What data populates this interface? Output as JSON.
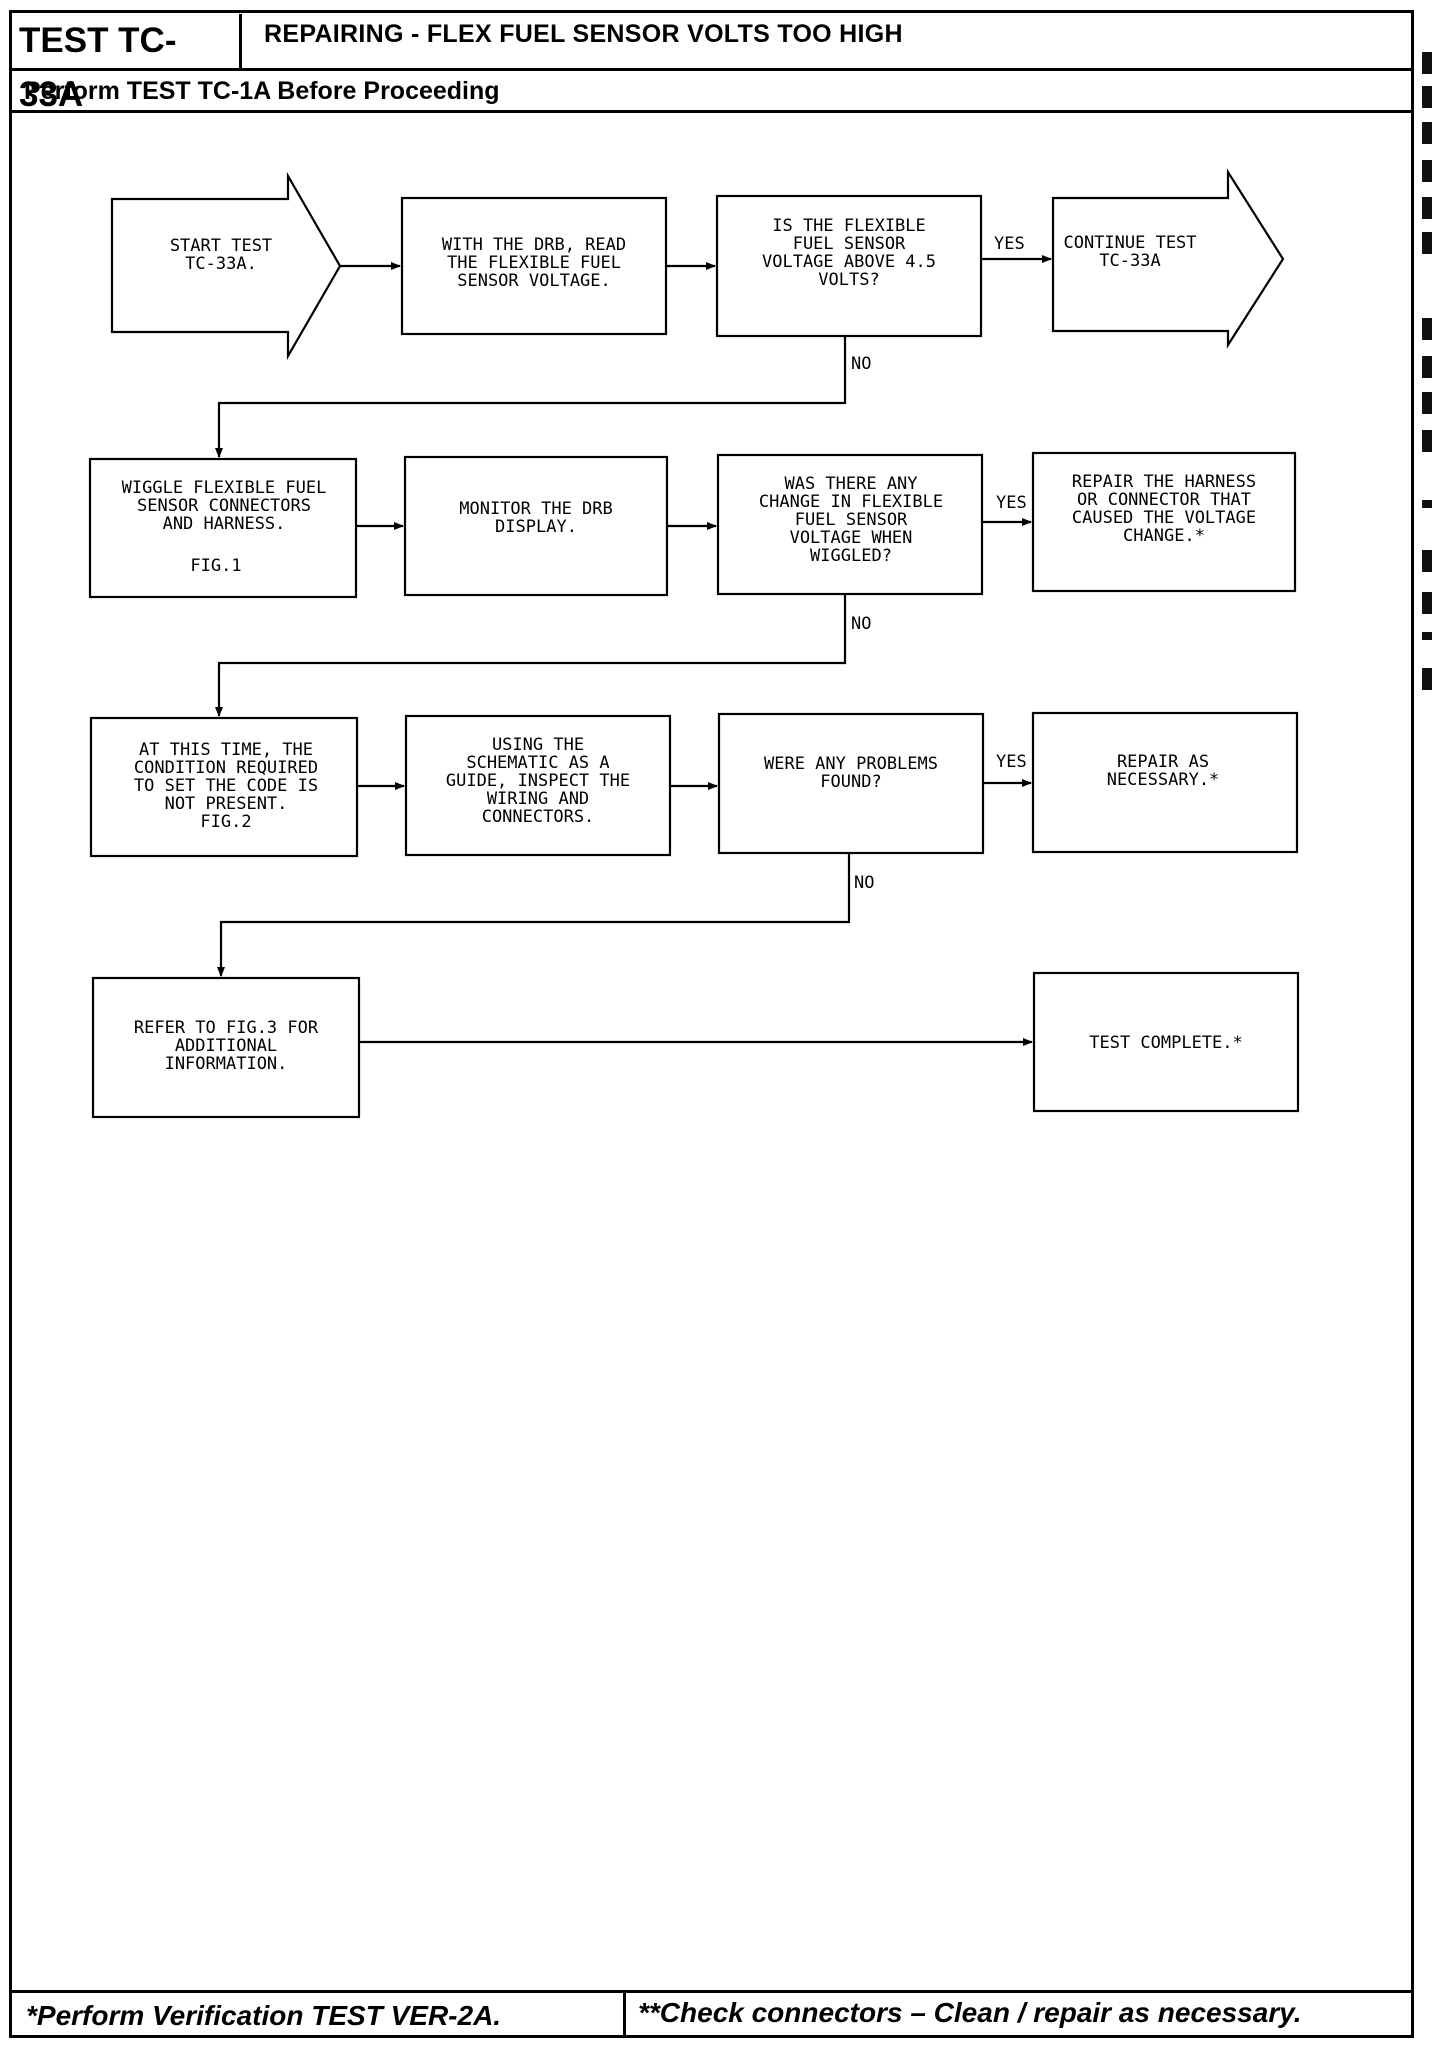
{
  "header": {
    "test_id": "TEST TC-33A",
    "title": "REPAIRING - FLEX FUEL SENSOR VOLTS TOO HIGH",
    "prerequisite": "Perform TEST TC-1A Before Proceeding"
  },
  "footer": {
    "left_note": "*Perform Verification TEST VER-2A.",
    "right_note": "**Check connectors – Clean / repair as necessary."
  },
  "flowchart": {
    "start": [
      "START TEST",
      "TC-33A."
    ],
    "read_voltage": [
      "WITH THE DRB, READ",
      "THE FLEXIBLE FUEL",
      "SENSOR VOLTAGE."
    ],
    "question_1": [
      "IS THE FLEXIBLE",
      "FUEL SENSOR",
      "VOLTAGE ABOVE 4.5",
      "VOLTS?"
    ],
    "continue": [
      "CONTINUE TEST",
      "TC-33A"
    ],
    "wiggle": [
      "WIGGLE FLEXIBLE FUEL",
      "SENSOR CONNECTORS",
      "AND HARNESS."
    ],
    "wiggle_fig": "FIG.1",
    "monitor": [
      "MONITOR THE DRB",
      "DISPLAY."
    ],
    "question_2": [
      "WAS THERE ANY",
      "CHANGE IN FLEXIBLE",
      "FUEL SENSOR",
      "VOLTAGE WHEN",
      "WIGGLED?"
    ],
    "repair_harness": [
      "REPAIR THE HARNESS",
      "OR CONNECTOR THAT",
      "CAUSED THE VOLTAGE",
      "CHANGE.*"
    ],
    "condition": [
      "AT THIS TIME, THE",
      "CONDITION REQUIRED",
      "TO SET THE CODE IS",
      "NOT PRESENT.",
      "FIG.2"
    ],
    "inspect": [
      "USING THE",
      "SCHEMATIC AS A",
      "GUIDE, INSPECT THE",
      "WIRING AND",
      "CONNECTORS."
    ],
    "question_3": [
      "WERE ANY PROBLEMS",
      "FOUND?"
    ],
    "repair_nec": [
      "REPAIR AS",
      "NECESSARY.*"
    ],
    "refer": [
      "REFER TO FIG.3 FOR",
      "ADDITIONAL",
      "INFORMATION."
    ],
    "complete": [
      "TEST COMPLETE.*"
    ],
    "yes_label": "YES",
    "no_label": "NO"
  }
}
